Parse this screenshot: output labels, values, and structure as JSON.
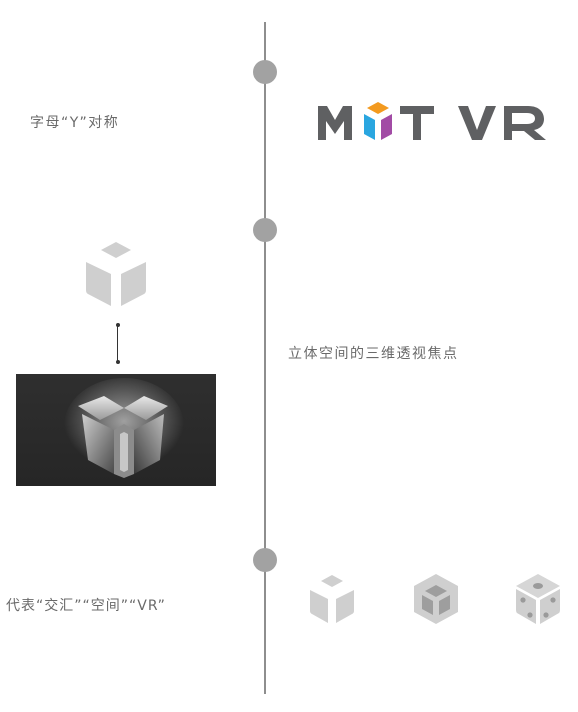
{
  "labels": {
    "symmetry": "字母“Y”对称",
    "focus": "立体空间的三维透视焦点",
    "meaning": "代表“交汇”“空间”“VR”"
  },
  "logo": {
    "text": "MYT VR",
    "colors": {
      "letters": "#5f6062",
      "cap": "#f39a1f",
      "left": "#2aa6e0",
      "right": "#a24ba5"
    }
  },
  "palette": {
    "timeline": "#8e8e8e",
    "dot": "#a2a2a2",
    "icon_gray": "#cfcfcf",
    "panel_bg": "#2a2a2a"
  },
  "icons": [
    "cube-y-icon",
    "cube-hex-icon",
    "cube-dice-icon"
  ]
}
